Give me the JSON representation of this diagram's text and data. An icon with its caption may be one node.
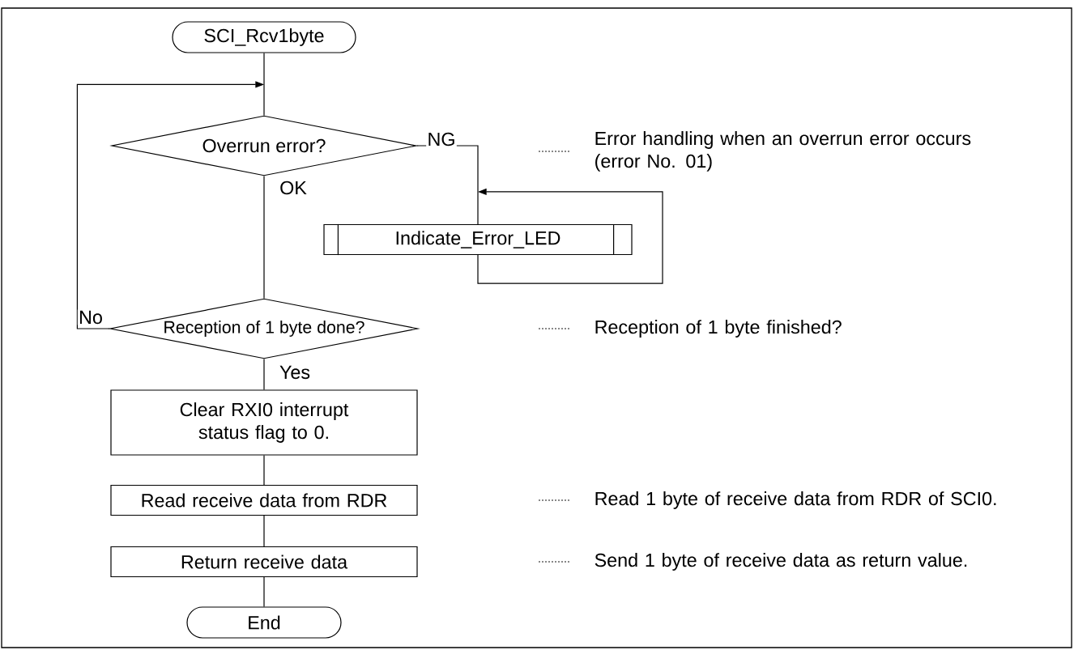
{
  "diagram": {
    "nodes": [
      {
        "text": [
          "SCI_Rcv1byte"
        ]
      },
      {
        "text": [
          "Overrun error?"
        ]
      },
      {
        "text": [
          "Indicate_Error_LED"
        ]
      },
      {
        "text": [
          "Reception of 1 byte done?"
        ]
      },
      {
        "text": [
          "Clear RXI0 interrupt status flag to 0."
        ]
      },
      {
        "text": [
          "Read receive data from RDR"
        ]
      },
      {
        "text": [
          "Return receive data"
        ]
      },
      {
        "text": [
          "End"
        ]
      }
    ],
    "edges": [
      {
        "from": 0,
        "to": 1,
        "arrow": "none"
      },
      {
        "from": 1,
        "to": 2,
        "arrow": "none",
        "label": "NG"
      },
      {
        "from": 1,
        "to": 3,
        "arrow": "none",
        "label": "OK"
      },
      {
        "from": 2,
        "to": 2,
        "arrow": "to"
      },
      {
        "from": 3,
        "to": 1,
        "arrow": "to",
        "label": "No"
      },
      {
        "from": 3,
        "to": 4,
        "arrow": "none",
        "label": "Yes"
      },
      {
        "from": 4,
        "to": 5,
        "arrow": "none"
      },
      {
        "from": 5,
        "to": 6,
        "arrow": "none"
      },
      {
        "from": 6,
        "to": 7,
        "arrow": "none"
      }
    ],
    "labels": [
      "Error handling when an overrun error occurs (error No. 01)",
      "Reception of 1 byte finished?",
      "Read 1 byte of receive data from RDR of SCI0.",
      "Send 1 byte of receive data as return value."
    ]
  }
}
